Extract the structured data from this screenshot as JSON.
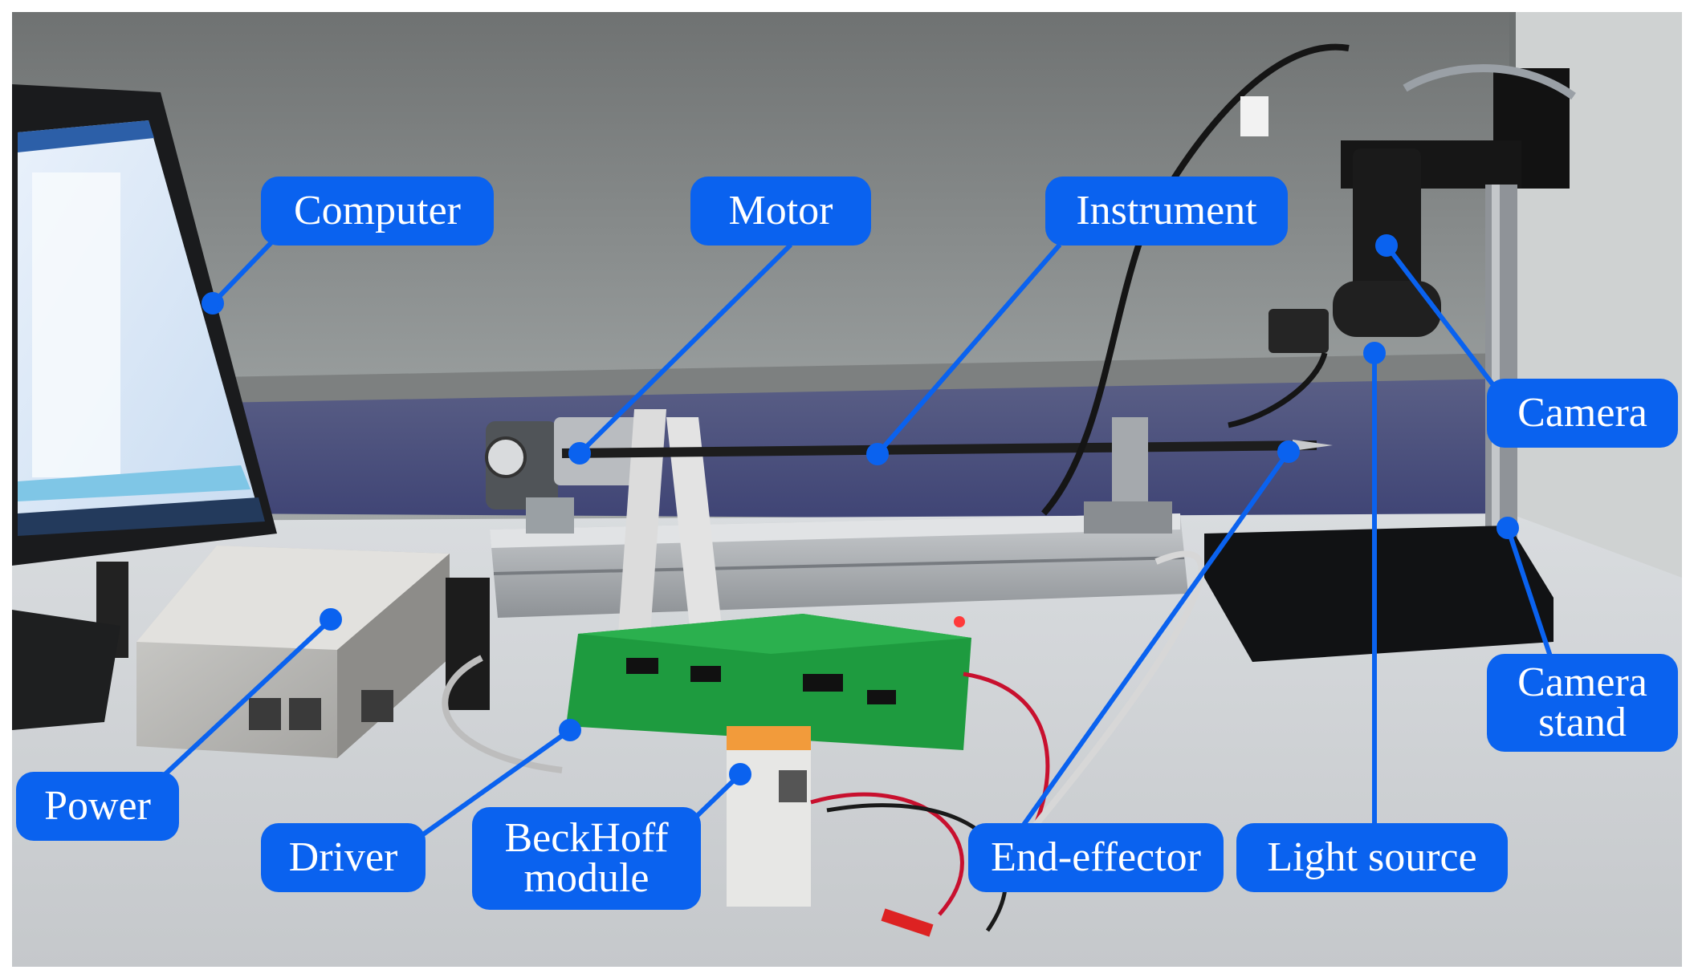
{
  "labels": {
    "computer": "Computer",
    "motor": "Motor",
    "instrument": "Instrument",
    "camera": "Camera",
    "camera_stand": "Camera\nstand",
    "power": "Power",
    "driver": "Driver",
    "beckhoff_module": "BeckHoff\nmodule",
    "end_effector": "End-effector",
    "light_source": "Light source"
  },
  "colors": {
    "callout": "#0a62ef",
    "callout_text": "#ffffff",
    "leader_line": "#0a62ef"
  }
}
